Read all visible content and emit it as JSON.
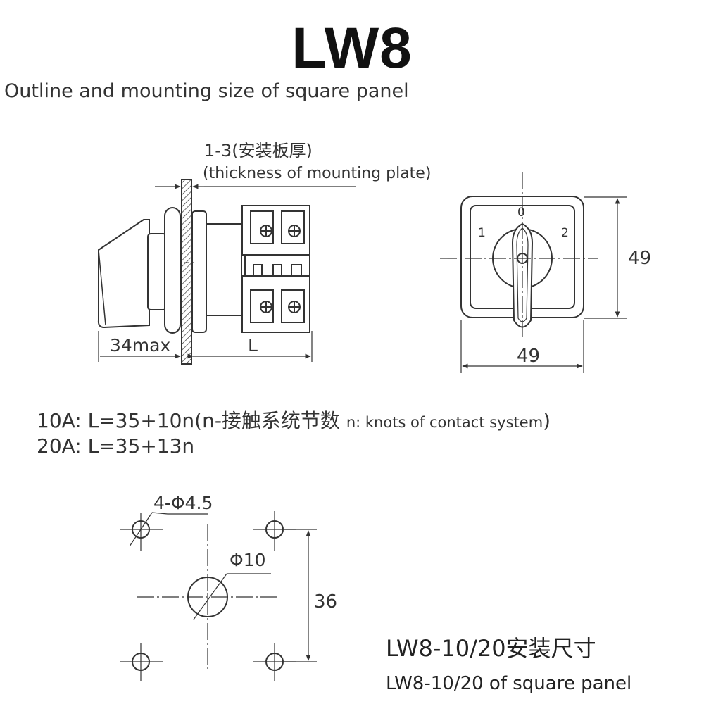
{
  "header": {
    "title": "LW8",
    "subtitle": "Outline and mounting size of square panel"
  },
  "side_view": {
    "thickness_label": "1-3(安装板厚)",
    "thickness_label_en": "(thickness of mounting plate)",
    "dim_left": "34max",
    "dim_right": "L"
  },
  "front_view": {
    "positions": [
      "0",
      "1",
      "2"
    ],
    "height": "49",
    "width": "49"
  },
  "formulas": {
    "line1_main": "10A: L=35+10n(n-接触系统节数 ",
    "line1_note": "n: knots of contact system",
    "line1_close": ")",
    "line2": "20A: L=35+13n"
  },
  "mounting": {
    "holes_label": "4-Φ4.5",
    "center_hole_label": "Φ10",
    "spacing": "36"
  },
  "caption": {
    "cn": "LW8-10/20安装尺寸",
    "en": "LW8-10/20 of square panel"
  }
}
